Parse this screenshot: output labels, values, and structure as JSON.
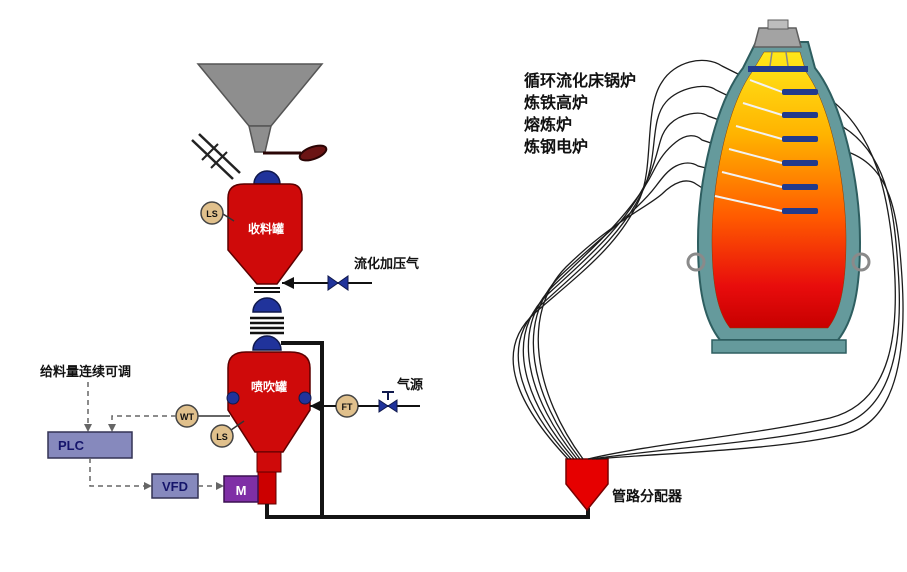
{
  "diagram": {
    "feed_note": "给料量连续可调",
    "fluidizing_gas_label": "流化加压气",
    "gas_source_label": "气源",
    "receiving_tank_label": "收料罐",
    "injection_tank_label": "喷吹罐",
    "distributor_label": "管路分配器",
    "plc_label": "PLC",
    "vfd_label": "VFD",
    "motor_label": "M",
    "sensor_ls_top": "LS",
    "sensor_wt": "WT",
    "sensor_ls_bottom": "LS",
    "sensor_ft": "FT",
    "applications": [
      "循环流化床锅炉",
      "炼铁高炉",
      "熔炼炉",
      "炼钢电炉"
    ]
  },
  "colors": {
    "vessel_red": "#cf0a0a",
    "valve_navy": "#20339b",
    "funnel_gray": "#8e8e8e",
    "controller_slate": "#8689bd",
    "motor_purple": "#7f2fa6",
    "sensor_tan": "#e0c08c",
    "furnace_shell": "#659a9c",
    "flame_top": "#ffe81a",
    "flame_mid": "#ff8a00",
    "flame_bottom": "#d90707",
    "distributor_red": "#e60000",
    "pipe_black": "#161616"
  }
}
